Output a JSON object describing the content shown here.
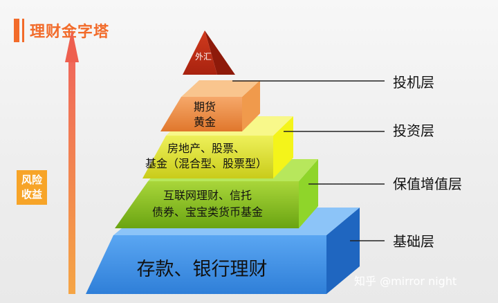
{
  "title": "理财金字塔",
  "axis_label": [
    "风险",
    "收益"
  ],
  "tiers": [
    {
      "lines": [
        "外汇"
      ]
    },
    {
      "lines": [
        "期货",
        "黄金"
      ]
    },
    {
      "lines": [
        "房地产、股票、",
        "基金（混合型、股票型）"
      ]
    },
    {
      "lines": [
        "互联网理财、信托",
        "债券、宝宝类货币基金"
      ]
    },
    {
      "lines": [
        "存款、银行理财"
      ]
    }
  ],
  "layers": [
    "投机层",
    "投资层",
    "保值增值层",
    "基础层"
  ],
  "watermark": "知乎 @mirror night",
  "colors": {
    "accent": "#f26b2a",
    "risk_box": "#f7a428",
    "tier_red": "#c0301a",
    "tier_orange": "#e88a3a",
    "tier_yellow": "#ecec2c",
    "tier_green": "#7fbf1a",
    "tier_blue": "#3e8fe6"
  }
}
